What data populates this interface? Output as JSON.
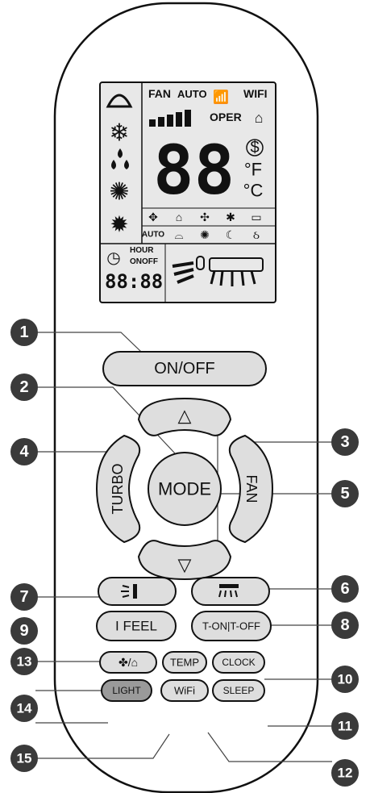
{
  "display": {
    "fan": "FAN",
    "auto": "AUTO",
    "wifi": "WIFI",
    "oper": "OPER",
    "big_digits": "88",
    "unit_f": "°F",
    "unit_c": "°C",
    "auto_small": "AUTO",
    "hour": "HOUR",
    "onoff": "ONOFF",
    "clock_digits": "88:88"
  },
  "buttons": {
    "on_off": "ON/OFF",
    "mode": "MODE",
    "turbo": "TURBO",
    "fan": "FAN",
    "up": "△",
    "down": "▽",
    "i_feel": "I FEEL",
    "t_on_off": "T-ON|T-OFF",
    "temp": "TEMP",
    "clock": "CLOCK",
    "light": "LIGHT",
    "wifi": "WiFi",
    "sleep": "SLEEP",
    "health_air": "✤/⌂"
  },
  "callouts": {
    "c1": "1",
    "c2": "2",
    "c3": "3",
    "c4": "4",
    "c5": "5",
    "c6": "6",
    "c7": "7",
    "c8": "8",
    "c9": "9",
    "c10": "10",
    "c11": "11",
    "c12": "12",
    "c13": "13",
    "c14": "14",
    "c15": "15"
  }
}
